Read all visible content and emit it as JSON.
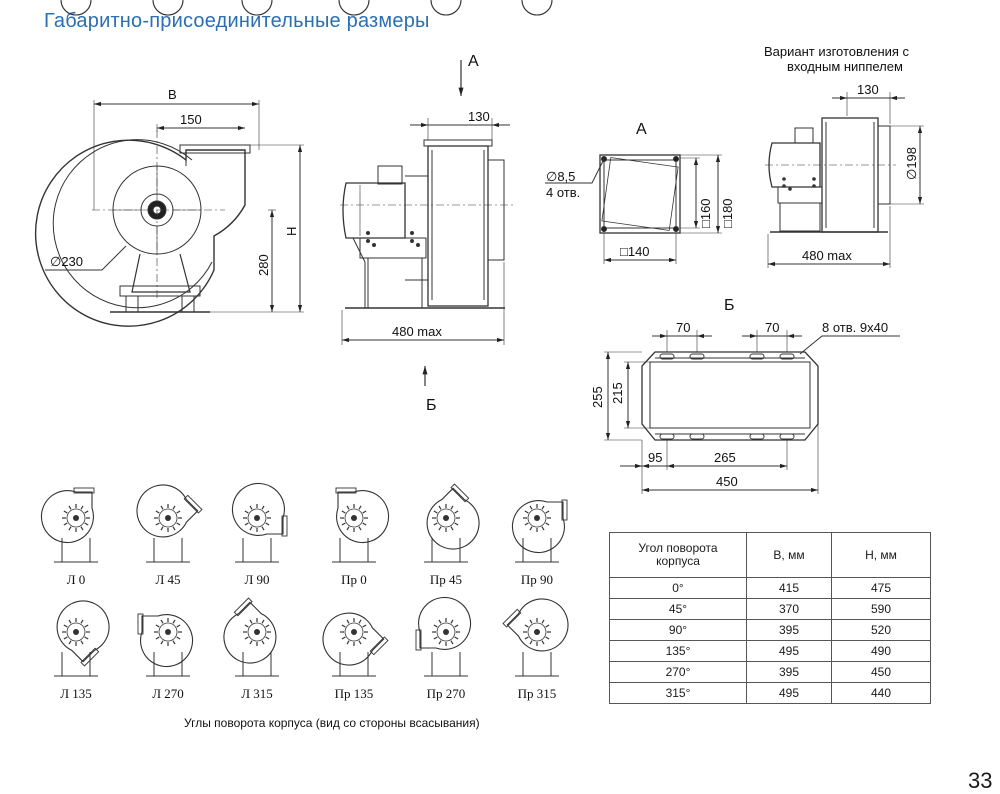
{
  "page_title": "Габаритно-присоединительные размеры",
  "page_number": "33",
  "front_view": {
    "dim_b": "B",
    "dim_150": "150",
    "dim_h": "H",
    "dim_280": "280",
    "dim_230": "∅230"
  },
  "side_view": {
    "dim_130": "130",
    "dim_480": "480 max",
    "arrow_a": "A",
    "arrow_b": "Б"
  },
  "view_a": {
    "title": "A",
    "hole": "∅8,5",
    "hole_count": "4 отв.",
    "dim_160": "□160",
    "dim_180": "□180",
    "dim_140": "□140"
  },
  "nipple_variant": {
    "title_line1": "Вариант изготовления с",
    "title_line2": "входным ниппелем",
    "dim_130": "130",
    "dim_198": "∅198",
    "dim_480": "480 max"
  },
  "view_b": {
    "title": "Б",
    "dim_70a": "70",
    "dim_70b": "70",
    "holes": "8 отв. 9х40",
    "dim_255": "255",
    "dim_215": "215",
    "dim_95": "95",
    "dim_265": "265",
    "dim_450": "450"
  },
  "rotations": {
    "caption": "Углы поворота корпуса (вид со стороны всасывания)",
    "items": [
      {
        "label": "Л 0",
        "angle": 0
      },
      {
        "label": "Л 45",
        "angle": 45
      },
      {
        "label": "Л 90",
        "angle": 90
      },
      {
        "label": "Пр 0",
        "angle": 0
      },
      {
        "label": "Пр 45",
        "angle": 45
      },
      {
        "label": "Пр 90",
        "angle": 90
      },
      {
        "label": "Л 135",
        "angle": 135
      },
      {
        "label": "Л 270",
        "angle": 270
      },
      {
        "label": "Л 315",
        "angle": 315
      },
      {
        "label": "Пр 135",
        "angle": 135
      },
      {
        "label": "Пр 270",
        "angle": 270
      },
      {
        "label": "Пр 315",
        "angle": 315
      }
    ]
  },
  "table": {
    "headers": [
      "Угол поворота корпуса",
      "B, мм",
      "H, мм"
    ],
    "rows": [
      [
        "0°",
        "415",
        "475"
      ],
      [
        "45°",
        "370",
        "590"
      ],
      [
        "90°",
        "395",
        "520"
      ],
      [
        "135°",
        "495",
        "490"
      ],
      [
        "270°",
        "395",
        "450"
      ],
      [
        "315°",
        "495",
        "440"
      ]
    ]
  }
}
